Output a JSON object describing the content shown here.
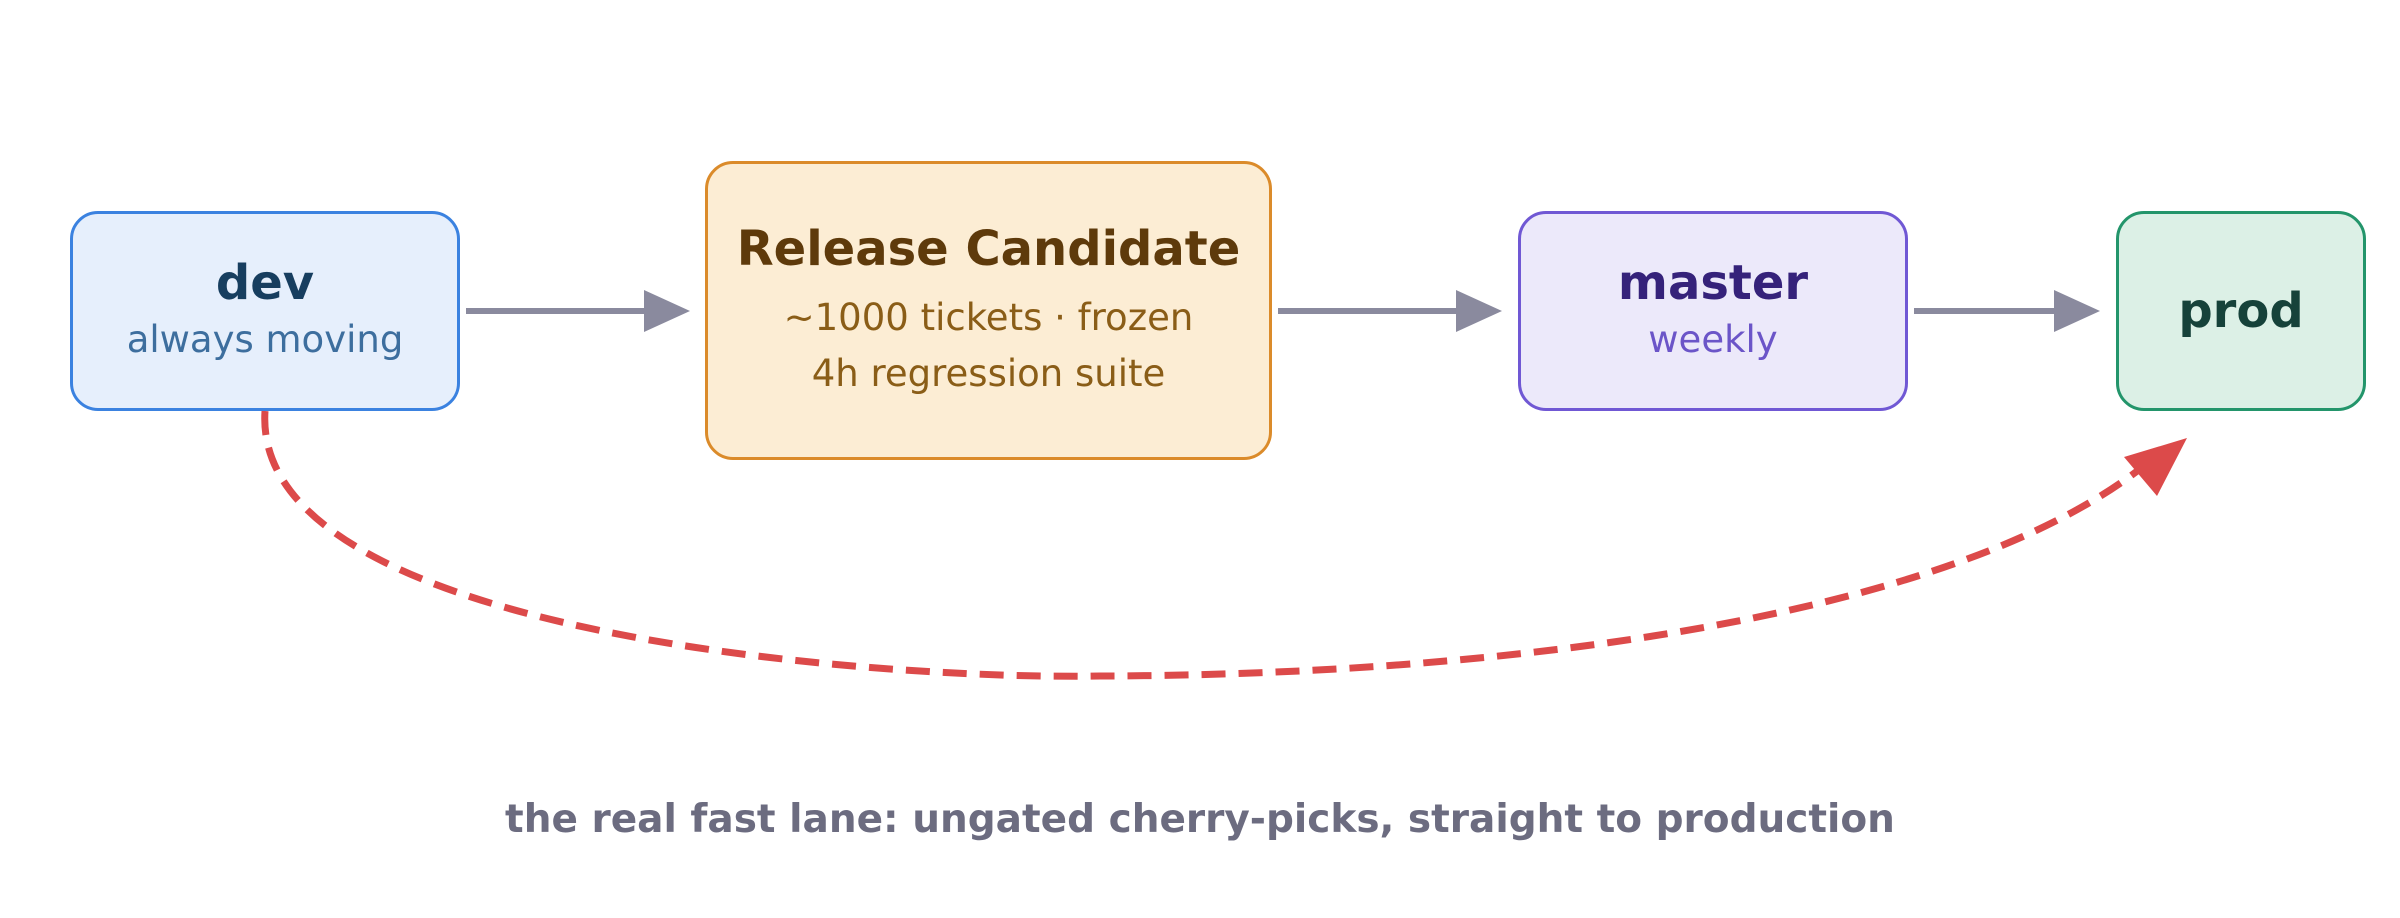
{
  "nodes": {
    "dev": {
      "title": "dev",
      "subtitle": "always moving"
    },
    "release_candidate": {
      "title": "Release Candidate",
      "line1": "~1000 tickets · frozen",
      "line2": "4h regression suite"
    },
    "master": {
      "title": "master",
      "subtitle": "weekly"
    },
    "prod": {
      "title": "prod"
    }
  },
  "caption": "the real fast lane: ungated cherry-picks, straight to production",
  "colors": {
    "flow_arrow": "#8a8a9e",
    "fast_lane_arrow": "#dc4a4a",
    "dev_border": "#3b82e0",
    "rc_border": "#db8b2a",
    "master_border": "#7058d4",
    "prod_border": "#23956b"
  }
}
